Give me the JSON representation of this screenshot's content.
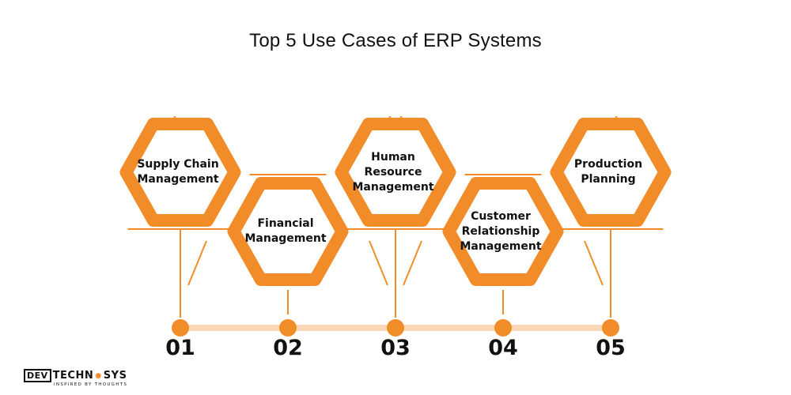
{
  "title": "Top 5 Use Cases of ERP Systems",
  "colors": {
    "accent": "#f28c28",
    "timeline": "#fbd7b8",
    "text": "#111111"
  },
  "steps": [
    {
      "number": "01",
      "label": "Supply Chain Management"
    },
    {
      "number": "02",
      "label": "Financial Management"
    },
    {
      "number": "03",
      "label": "Human Resource Management"
    },
    {
      "number": "04",
      "label": "Customer Relationship Management"
    },
    {
      "number": "05",
      "label": "Production Planning"
    }
  ],
  "logo": {
    "boxed": "DEV",
    "text_a": "TECHN",
    "text_b": "SYS",
    "icon": "gear-icon",
    "tagline": "INSPIRED BY THOUGHTS"
  }
}
